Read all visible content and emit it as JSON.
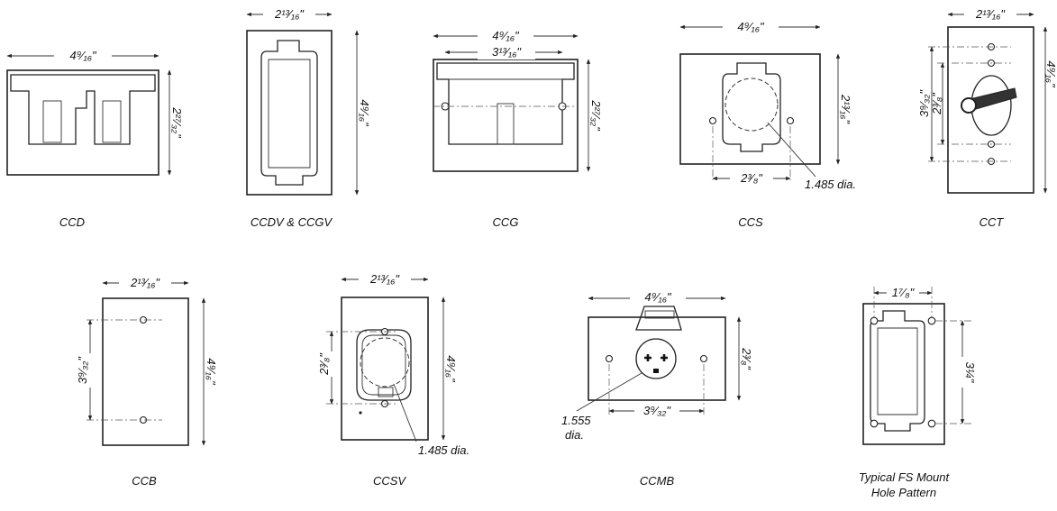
{
  "diagrams": [
    {
      "name": "CCD",
      "width": "4⁹⁄₁₆\"",
      "height": "2²⁷⁄₃₂\""
    },
    {
      "name": "CCDV & CCGV",
      "width": "2¹³⁄₁₆\"",
      "height": "4⁹⁄₁₆\""
    },
    {
      "name": "CCG",
      "width": "4⁹⁄₁₆\"",
      "inner_width": "3¹³⁄₁₆\"",
      "height": "2²⁷⁄₃₂\""
    },
    {
      "name": "CCS",
      "width": "4⁹⁄₁₆\"",
      "height": "2¹³⁄₁₆\"",
      "spacing": "2³⁄₈\"",
      "diameter": "1.485 dia."
    },
    {
      "name": "CCT",
      "width": "2¹³⁄₁₆\"",
      "height": "4⁹⁄₁₆\"",
      "spacing_outer": "3⁹⁄₃₂\"",
      "spacing_inner": "2³⁄₈\""
    },
    {
      "name": "CCB",
      "width": "2¹³⁄₁₆\"",
      "height": "4⁹⁄₁₆\"",
      "spacing": "3⁹⁄₃₂\""
    },
    {
      "name": "CCSV",
      "width": "2¹³⁄₁₆\"",
      "height": "4⁹⁄₁₆\"",
      "spacing": "2³⁄₈\"",
      "diameter": "1.485 dia."
    },
    {
      "name": "CCMB",
      "width": "4⁹⁄₁₆\"",
      "height": "2³⁄₈\"",
      "spacing": "3⁹⁄₃₂\"",
      "diameter_line1": "1.555",
      "diameter_line2": "dia."
    },
    {
      "name_line1": "Typical FS Mount",
      "name_line2": "Hole Pattern",
      "width": "1⁷⁄₈\"",
      "height": "3¼\""
    }
  ]
}
